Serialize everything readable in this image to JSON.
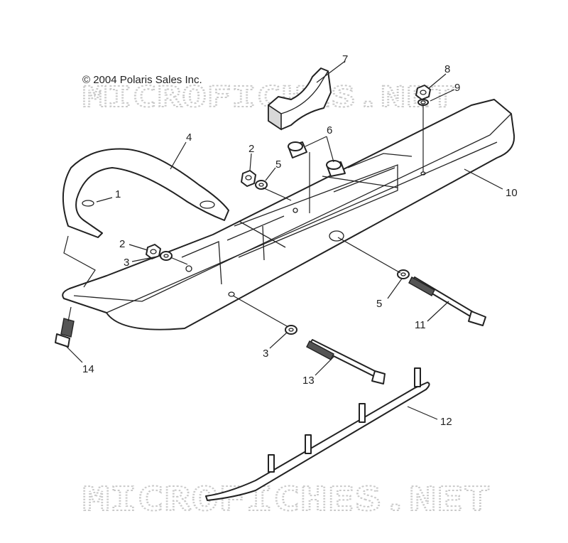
{
  "copyright": "© 2004 Polaris Sales Inc.",
  "watermark": "MICROFICHES.NET",
  "callouts": [
    {
      "id": "1",
      "label": "1"
    },
    {
      "id": "2a",
      "label": "2"
    },
    {
      "id": "2b",
      "label": "2"
    },
    {
      "id": "3a",
      "label": "3"
    },
    {
      "id": "3b",
      "label": "3"
    },
    {
      "id": "4",
      "label": "4"
    },
    {
      "id": "5a",
      "label": "5"
    },
    {
      "id": "5b",
      "label": "5"
    },
    {
      "id": "6",
      "label": "6"
    },
    {
      "id": "7",
      "label": "7"
    },
    {
      "id": "8",
      "label": "8"
    },
    {
      "id": "9",
      "label": "9"
    },
    {
      "id": "10",
      "label": "10"
    },
    {
      "id": "11",
      "label": "11"
    },
    {
      "id": "12",
      "label": "12"
    },
    {
      "id": "13",
      "label": "13"
    },
    {
      "id": "14",
      "label": "14"
    }
  ]
}
